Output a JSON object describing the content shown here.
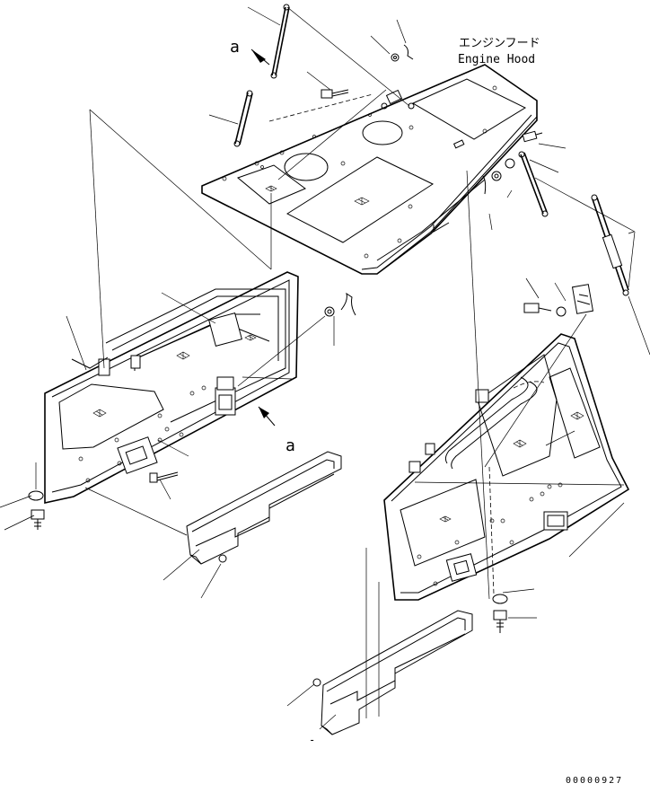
{
  "title": {
    "jp": "エンジンフード",
    "en": "Engine Hood"
  },
  "view_marker": {
    "top": "a",
    "middle": "a"
  },
  "figure_number": "00000927",
  "stray_mark": "-"
}
